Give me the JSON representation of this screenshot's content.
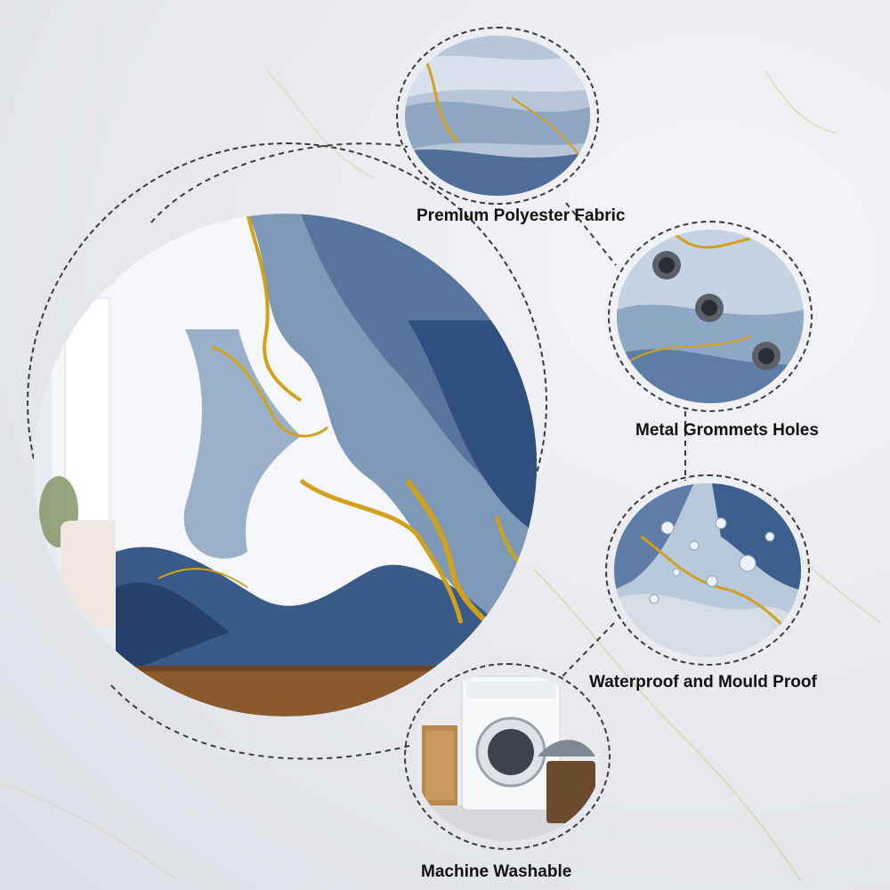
{
  "features": [
    {
      "label": "Premium Polyester Fabric",
      "icon": "fabric-folds"
    },
    {
      "label": "Metal Grommets Holes",
      "icon": "grommet-holes"
    },
    {
      "label": "Waterproof and Mould Proof",
      "icon": "water-droplets"
    },
    {
      "label": "Machine Washable",
      "icon": "washing-machine"
    }
  ],
  "colors": {
    "marble_blue": "#2f4f7e",
    "marble_light": "#c9d6e6",
    "gold_vein": "#d2a11c",
    "wood_floor": "#8a5a2e"
  }
}
